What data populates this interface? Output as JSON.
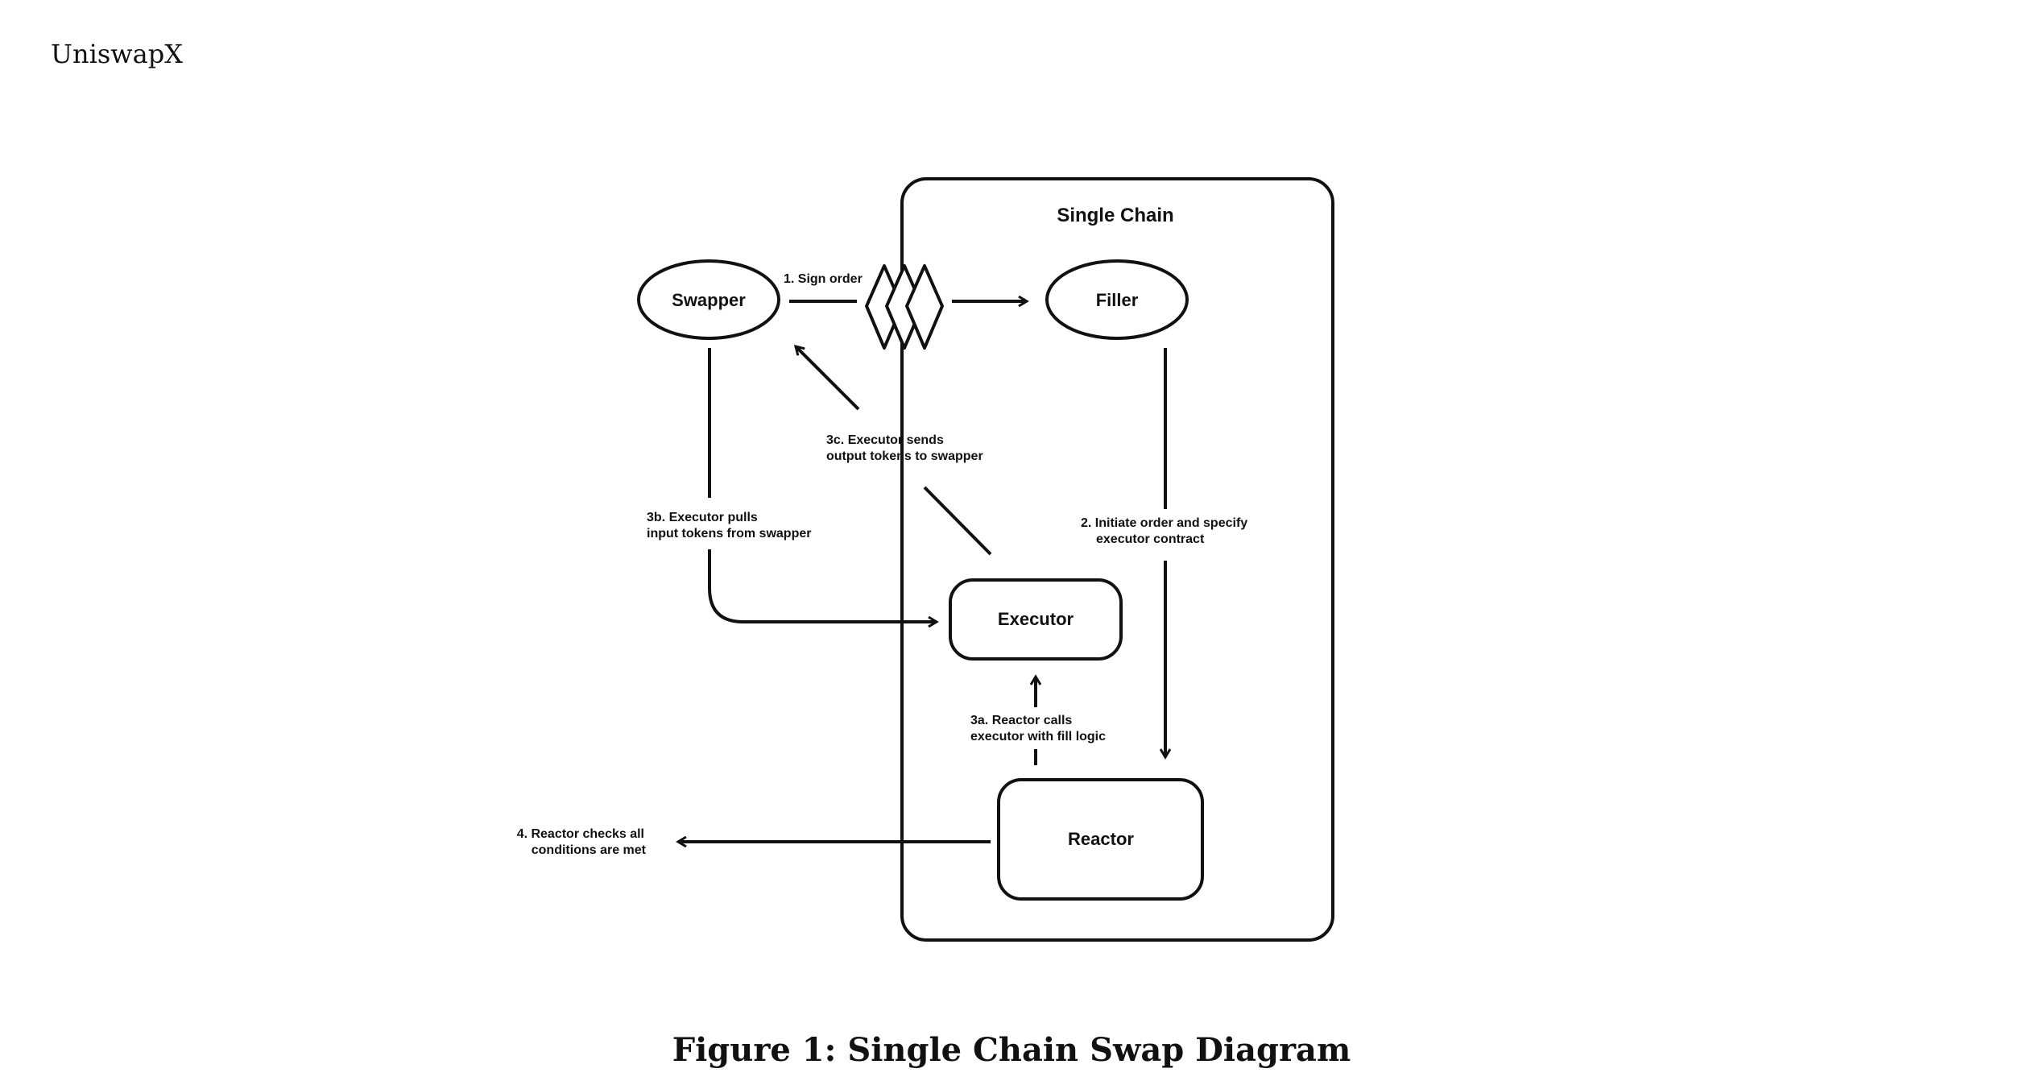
{
  "header": {
    "title": "UniswapX"
  },
  "diagram": {
    "region_label": "Single Chain",
    "nodes": {
      "swapper": "Swapper",
      "filler": "Filler",
      "executor": "Executor",
      "reactor": "Reactor"
    },
    "steps": {
      "step1": "1.  Sign order",
      "step2_line1": "2. Initiate order and specify",
      "step2_line2": "executor contract",
      "step3a_line1": "3a. Reactor calls",
      "step3a_line2": "executor with fill logic",
      "step3b_line1": "3b. Executor pulls",
      "step3b_line2": "input tokens from swapper",
      "step3c_line1": "3c. Executor sends",
      "step3c_line2": "output tokens to swapper",
      "step4_line1": "4. Reactor checks all",
      "step4_line2": "conditions are met"
    }
  },
  "caption": "Figure 1: Single Chain Swap Diagram"
}
